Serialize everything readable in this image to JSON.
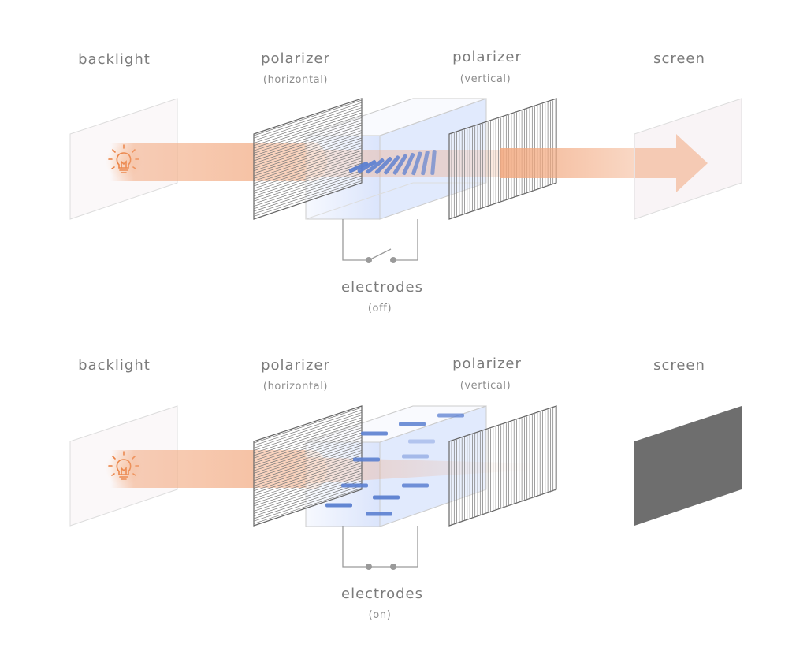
{
  "panels": [
    {
      "state": "off",
      "labels": {
        "backlight": "backlight",
        "polarizer1": "polarizer",
        "polarizer1_sub": "(horizontal)",
        "polarizer2": "polarizer",
        "polarizer2_sub": "(vertical)",
        "screen": "screen",
        "electrodes": "electrodes",
        "electrodes_sub": "(off)"
      },
      "switch_closed": false,
      "light_passes": true,
      "screen_color": "#f7f0f2",
      "crystal_arrangement": "twisted-helix"
    },
    {
      "state": "on",
      "labels": {
        "backlight": "backlight",
        "polarizer1": "polarizer",
        "polarizer1_sub": "(horizontal)",
        "polarizer2": "polarizer",
        "polarizer2_sub": "(vertical)",
        "screen": "screen",
        "electrodes": "electrodes",
        "electrodes_sub": "(on)"
      },
      "switch_closed": true,
      "light_passes": false,
      "screen_color": "#6e6e6e",
      "crystal_arrangement": "aligned-with-field"
    }
  ],
  "colors": {
    "light": "#f2a77d",
    "bulb": "#e97d3c",
    "crystal": "#5b7fd0",
    "cell": "#d6e2fb",
    "polarizer_line": "#666666",
    "wire": "#9a9a9a",
    "label": "#7b7b7b"
  },
  "icons": {
    "light_source": "lightbulb-icon",
    "switch": "switch-icon",
    "arrow": "arrow-right-icon"
  }
}
